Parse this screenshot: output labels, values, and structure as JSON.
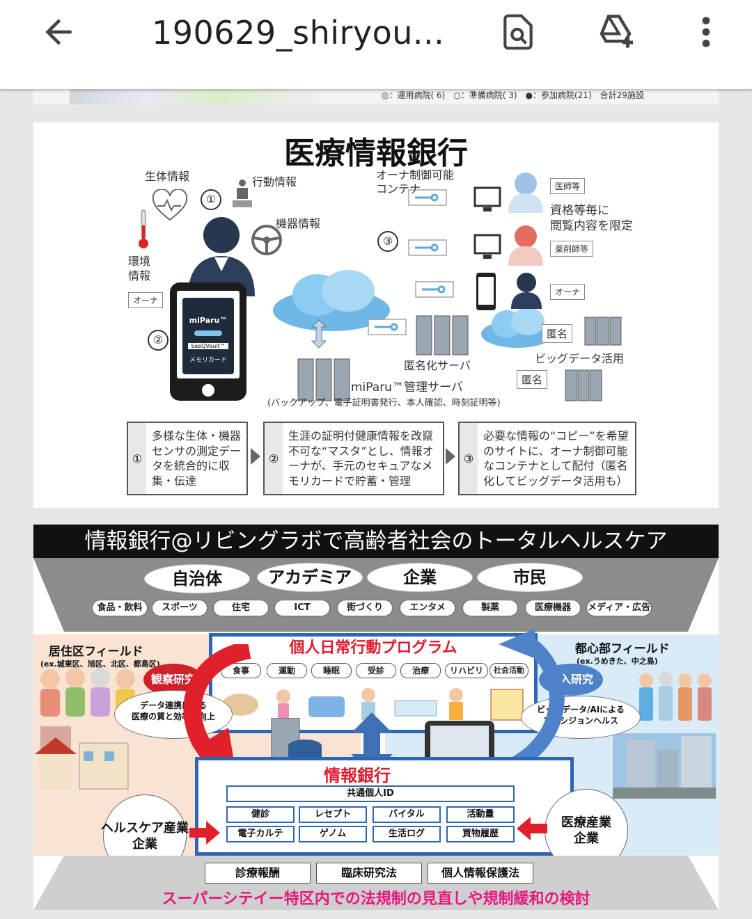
{
  "appbar": {
    "title": "190629_shiryou...",
    "back_icon": "arrow-back-icon",
    "search_icon": "find-in-document-icon",
    "drive_icon": "add-to-drive-icon",
    "menu_icon": "more-vert-icon"
  },
  "strip": {
    "legend": "◎：運用病院( 6)　○：準備病院( 3)　●：参加病院(21)　合計29施設"
  },
  "slide1": {
    "title": "医療情報銀行",
    "labels": {
      "bio": "生体情報",
      "behavior": "行動情報",
      "device": "機器情報",
      "env": "環境\n情報",
      "owner_tag": "オーナ",
      "owner_container": "オーナ制御可能\nコンテナ",
      "restrict": "資格等毎に\n閲覧内容を限定",
      "doctor": "医師等",
      "pharm": "薬剤師等",
      "owner2": "オーナ",
      "anon_tag1": "匿名",
      "anon_tag2": "匿名",
      "bigdata": "ビッグデータ活用",
      "anon_server": "匿名化サーバ",
      "mgmt_server": "miParu™管理サーバ",
      "mgmt_note": "(バックアップ、電子証明書発行、本人確認、時刻証明等)",
      "card_brand": "miParu™",
      "card_sub": "SeeQVault™",
      "card_label": "メモリカード"
    },
    "steps": [
      {
        "num": "①",
        "text": "多様な生体・機器センサの測定データを統合的に収集・伝達"
      },
      {
        "num": "②",
        "text": "生涯の証明付健康情報を改竄不可な“マスタ”とし、情報オーナが、手元のセキュアなメモリカードで貯蓄・管理"
      },
      {
        "num": "③",
        "text": "必要な情報の“コピー”を希望のサイトに、オーナ制御可能なコンテナとして配付（匿名化してビッグデータ活用も）"
      }
    ]
  },
  "slide2": {
    "header": "情報銀行@リビングラボで高齢者社会のトータルヘルスケア",
    "stakeholders": [
      "自治体",
      "アカデミア",
      "企業",
      "市民"
    ],
    "sectors": [
      "食品・飲料",
      "スポーツ",
      "住宅",
      "ICT",
      "街づくり",
      "エンタメ",
      "製薬",
      "医療機器",
      "メディア・広告"
    ],
    "left_field": {
      "name": "居住区フィールド",
      "sub": "(ex.城東区、旭区、北区、都島区)"
    },
    "right_field": {
      "name": "都心部フィールド",
      "sub": "(ex.うめきた、中之島)"
    },
    "program_title": "個人日常行動プログラム",
    "activities": [
      "食事",
      "運動",
      "睡眠",
      "受診",
      "治療",
      "リハビリ",
      "社会活動"
    ],
    "observe_badge": "観察研究",
    "observe_text": "データ連携による\n医療の質と効率の向上",
    "intervene_badge": "介入研究",
    "intervene_text": "ビッグデータ/AIによる\nプレシジョンヘルス",
    "bank_title": "情報銀行",
    "common_id": "共通個人ID",
    "data_cells": [
      "健診",
      "レセプト",
      "バイタル",
      "活動量",
      "電子カルテ",
      "ゲノム",
      "生活ログ",
      "買物履歴"
    ],
    "left_industry": "ヘルスケア産業\n企業",
    "right_industry": "医療産業\n企業",
    "laws": [
      "診療報酬",
      "臨床研究法",
      "個人情報保護法"
    ],
    "bottom": "スーパーシテイー特区内での法規制の見直しや規制緩和の検討"
  }
}
